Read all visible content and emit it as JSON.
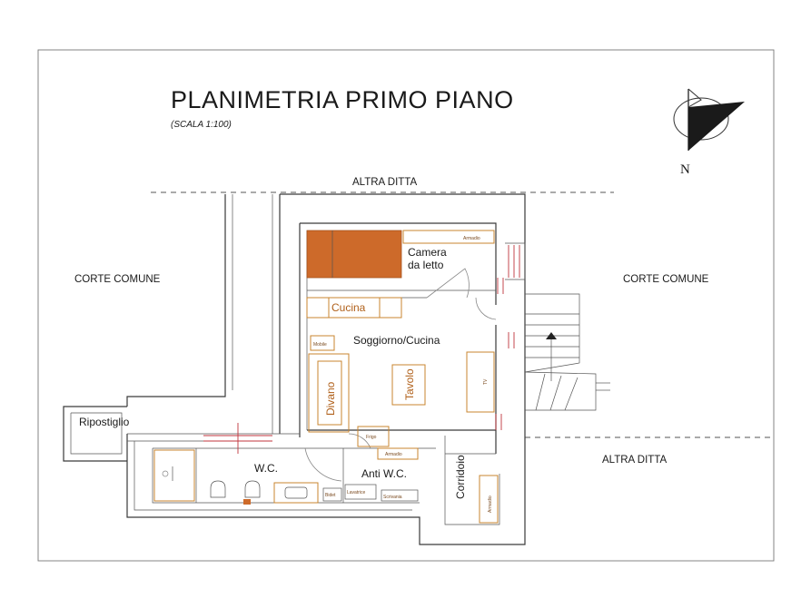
{
  "title": "PLANIMETRIA PRIMO PIANO",
  "scale": "(SCALA 1:100)",
  "north": "N",
  "labels": {
    "altra_ditta_top": "ALTRA DITTA",
    "altra_ditta_bottom": "ALTRA DITTA",
    "corte_left": "CORTE COMUNE",
    "corte_right": "CORTE COMUNE",
    "ripostiglio": "Ripostiglio",
    "camera_1": "Camera",
    "camera_2": "da letto",
    "cucina": "Cucina",
    "soggiorno": "Soggiorno/Cucina",
    "divano": "Divano",
    "tavolo": "Tavolo",
    "wc": "W.C.",
    "anti_wc": "Anti W.C.",
    "corridoio": "Corridoio"
  },
  "furniture": {
    "armadio_bedroom": "Armadio",
    "mobile": "Mobile",
    "frigo": "Frigo",
    "armadio_anti": "Armadio",
    "bidet": "Bidet",
    "lavatrice": "Lavatrice",
    "scrivania": "Scrivania",
    "armadio_corridor": "Armadio",
    "tv": "TV"
  },
  "colors": {
    "bed": "#cd6a2a",
    "furniture": "#c8862f",
    "window": "#c0343c",
    "wall": "#3a3a3a"
  }
}
